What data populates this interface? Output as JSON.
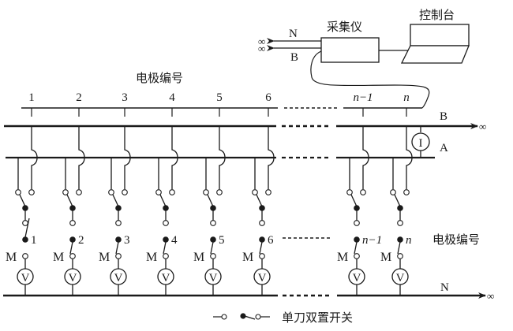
{
  "equipment": {
    "collector_label": "采集仪",
    "console_label": "控制台",
    "collector_line_n": "N",
    "collector_line_b": "B",
    "infinity_symbol": "∞"
  },
  "electrode_header": {
    "title": "电极编号",
    "labels": [
      "1",
      "2",
      "3",
      "4",
      "5",
      "6"
    ],
    "tail_labels": [
      "n−1",
      "n"
    ]
  },
  "bus_lines": {
    "b_label": "B",
    "a_label": "A",
    "n_label": "N",
    "b_end": "∞",
    "n_end": "∞",
    "ammeter_symbol": "I"
  },
  "switch_columns": {
    "m_label": "M",
    "voltmeter_symbol": "V",
    "numbers": [
      "1",
      "2",
      "3",
      "4",
      "5",
      "6"
    ],
    "tail_numbers": [
      "n−1",
      "n"
    ],
    "right_label": "电极编号"
  },
  "legend": {
    "label": "单刀双置开关"
  }
}
